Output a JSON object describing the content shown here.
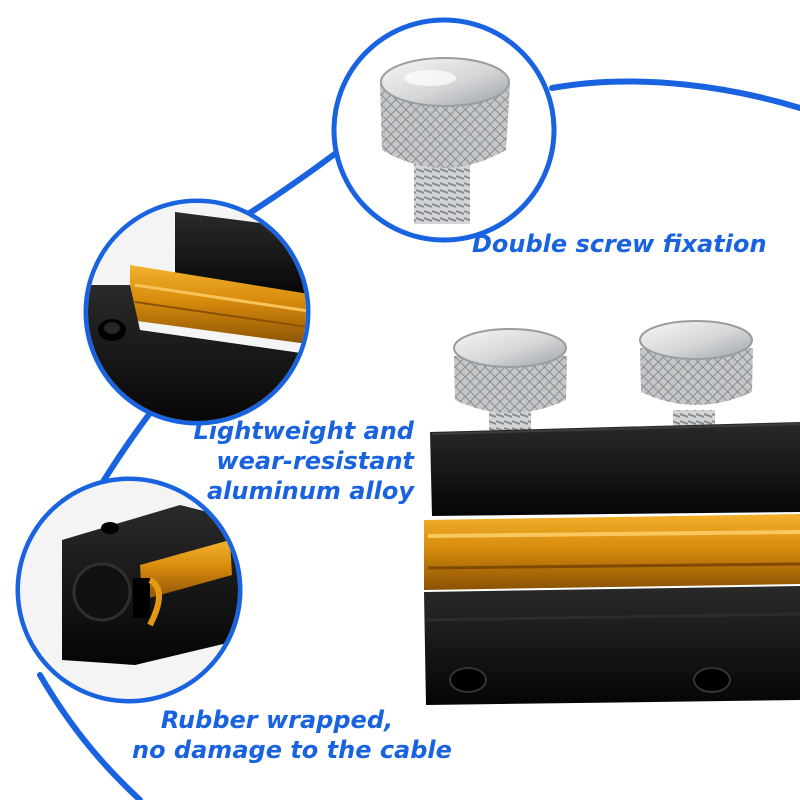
{
  "colors": {
    "accent_blue": "#1a63e0",
    "anodized_black": "#0e0e0e",
    "gold_channel": "#e39a12",
    "silver_screw": "#c9cbcd"
  },
  "captions": {
    "screw": {
      "lines": [
        "Double screw fixation"
      ]
    },
    "alloy": {
      "lines": [
        "Lightweight and",
        "wear-resistant",
        "aluminum alloy"
      ]
    },
    "rubber": {
      "lines": [
        "Rubber wrapped,",
        "no damage to the cable"
      ]
    }
  }
}
